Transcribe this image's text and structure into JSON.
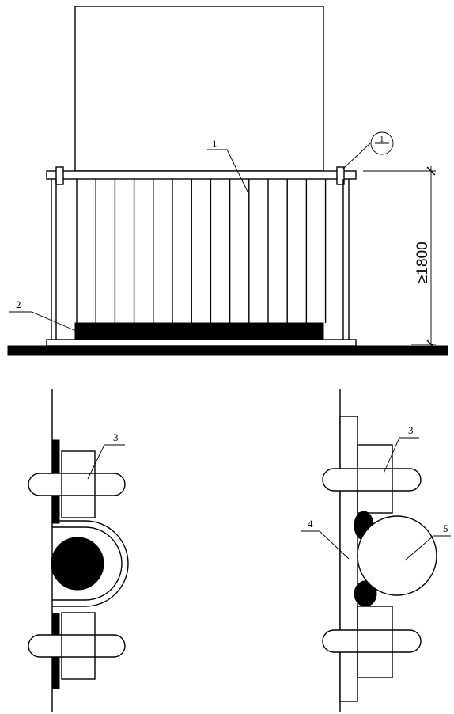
{
  "elevation": {
    "labels": {
      "railing": "1",
      "toe_board": "2"
    },
    "section_marker": {
      "number": "1",
      "sheet": "-"
    },
    "dimension": "≥1800"
  },
  "detail_left": {
    "labels": {
      "fastener": "3"
    }
  },
  "detail_right": {
    "labels": {
      "fastener": "3",
      "plate": "4",
      "pipe": "5"
    }
  }
}
